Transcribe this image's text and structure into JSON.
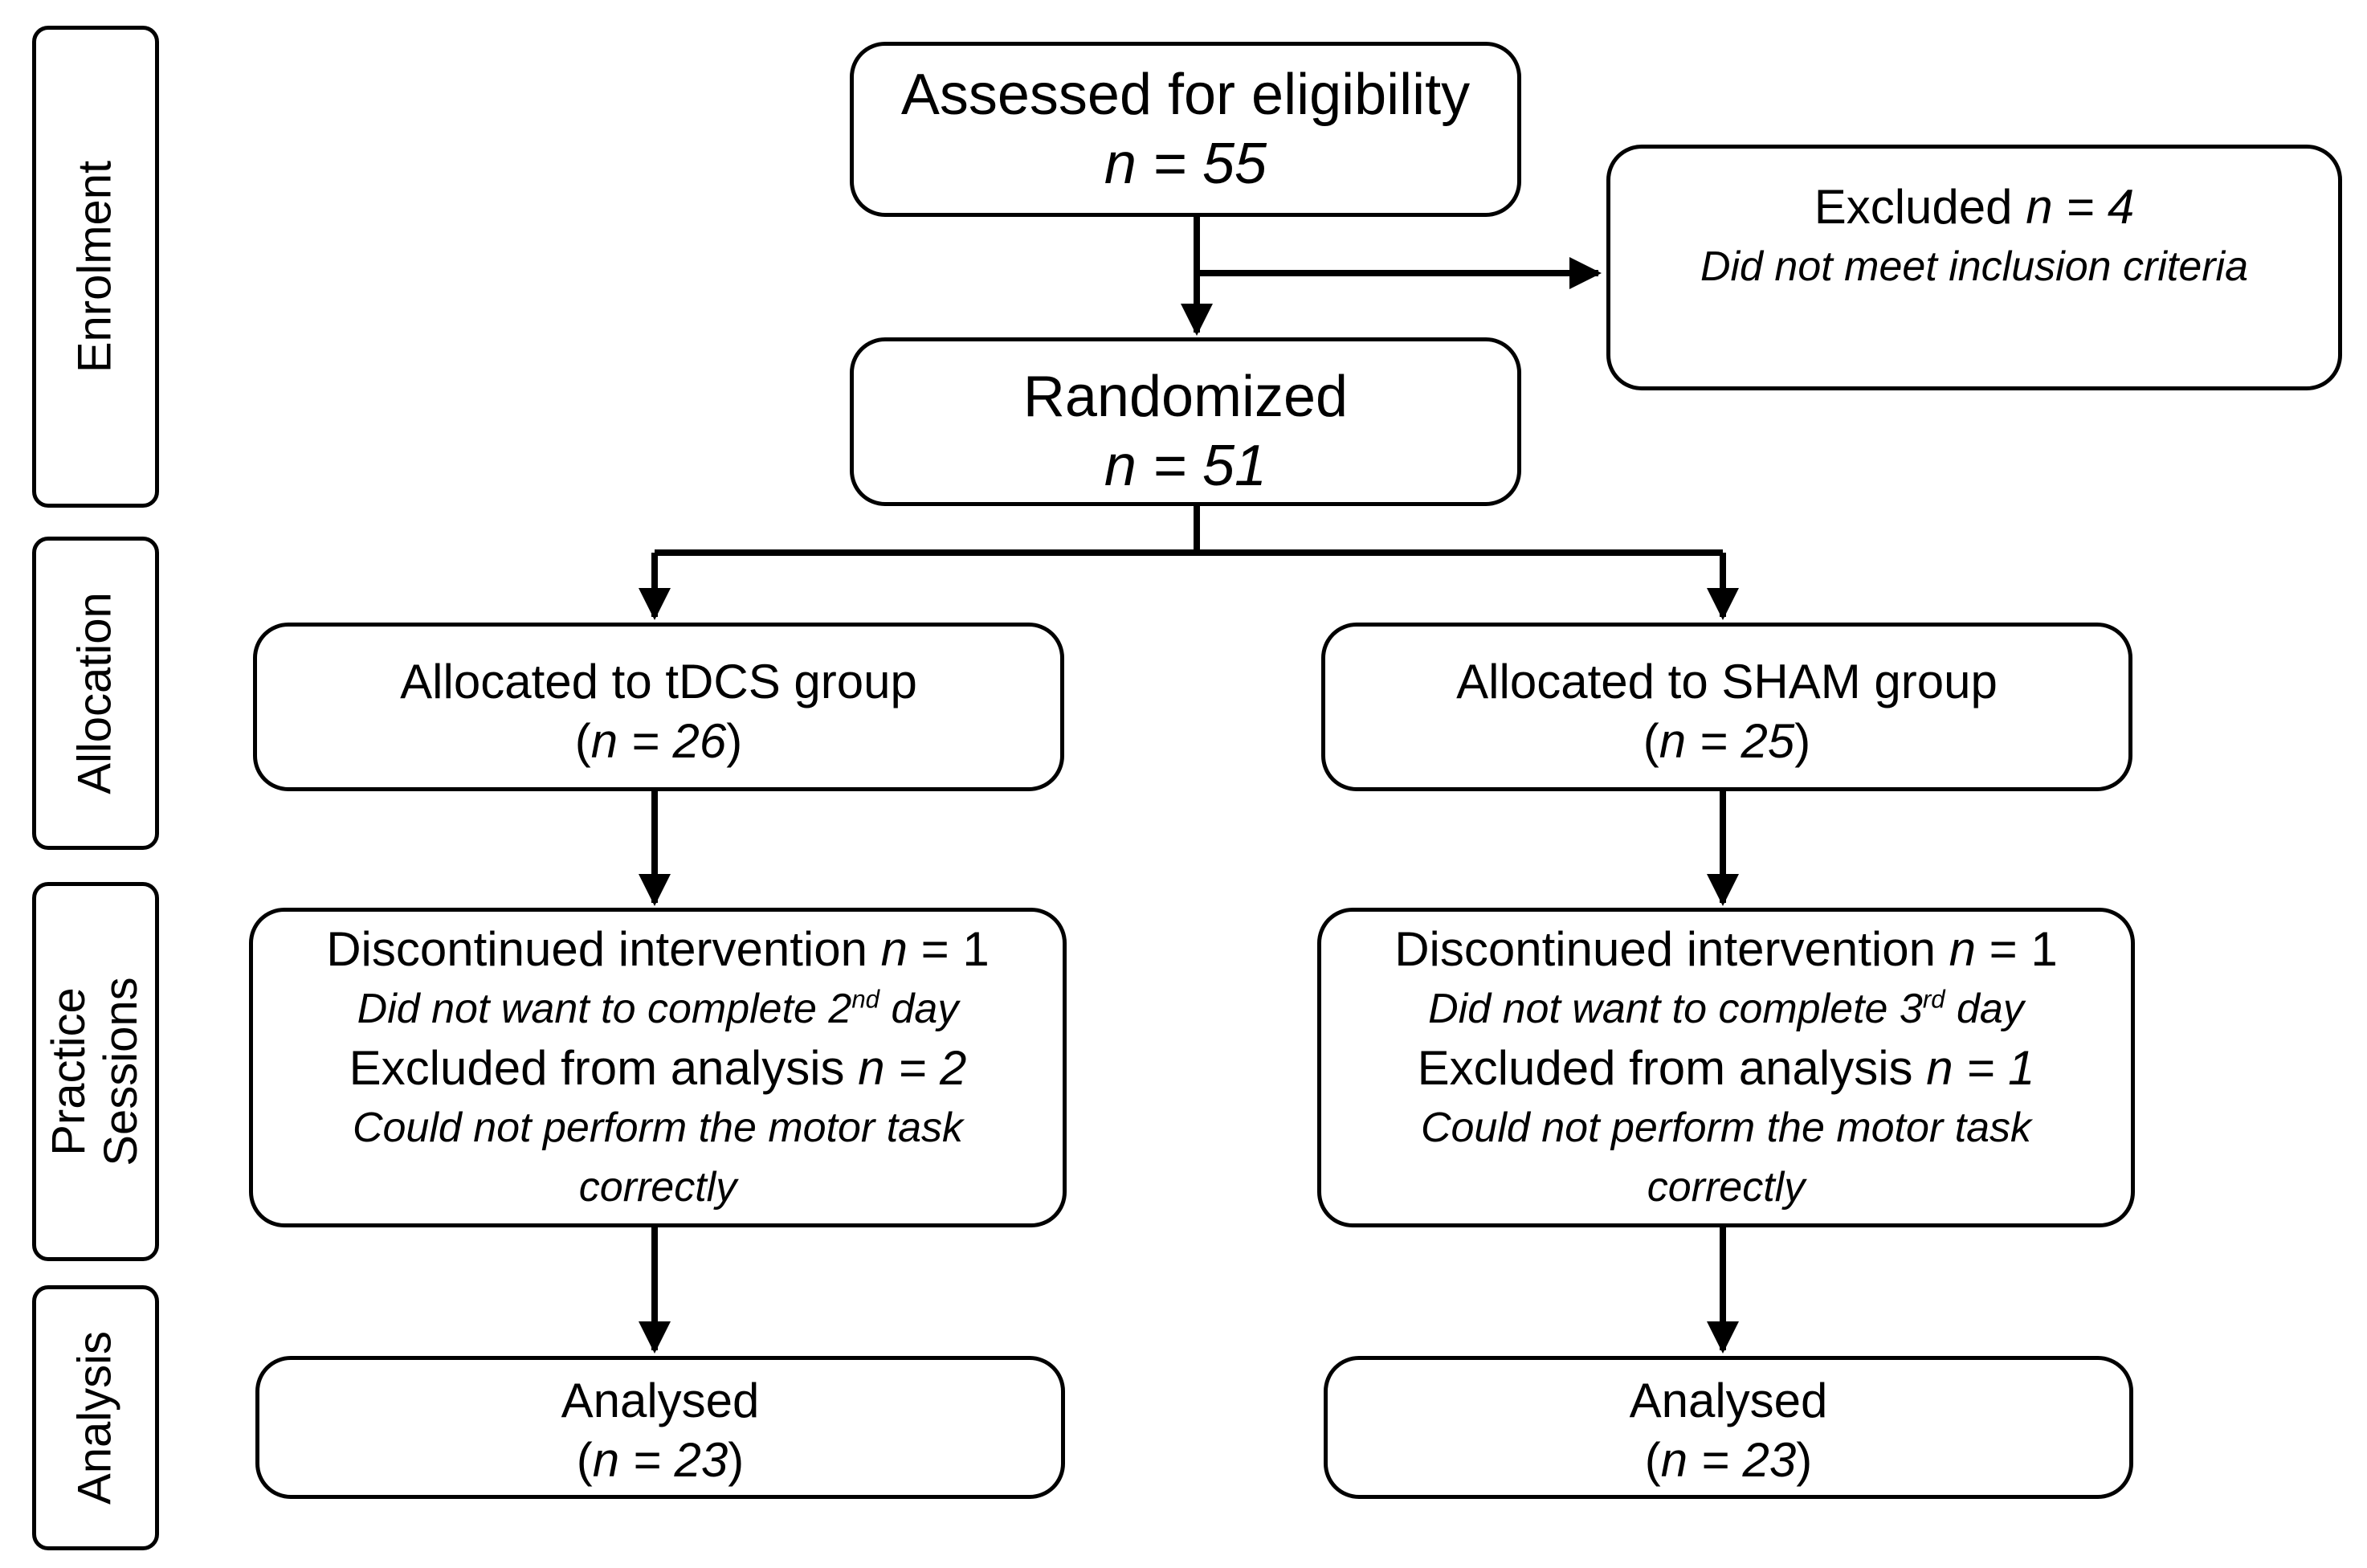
{
  "stages": {
    "enrolment": "Enrolment",
    "allocation": "Allocation",
    "practice_line1": "Practice",
    "practice_line2": "Sessions",
    "analysis": "Analysis"
  },
  "assessed": {
    "title": "Assessed for eligibility",
    "n": "n = 55"
  },
  "excluded": {
    "label": "Excluded ",
    "n": "n = 4",
    "reason": "Did not meet inclusion criteria"
  },
  "randomized": {
    "title": "Randomized",
    "n": "n = 51"
  },
  "tdcs": {
    "allocation_title": "Allocated to tDCS group",
    "allocation_n_open": "(",
    "allocation_n_var": "n",
    "allocation_n_rest": " = 26",
    "allocation_n_close": ")",
    "disc_label": "Discontinued intervention  ",
    "disc_n_var": "n",
    "disc_n_rest": " = 1",
    "disc_reason_pre": "Did not want  to complete 2",
    "disc_reason_sup": "nd",
    "disc_reason_post": " day",
    "excl_label": "Excluded from analysis ",
    "excl_n": "n = 2",
    "excl_reason_1": "Could not perform the motor task",
    "excl_reason_2": "correctly",
    "analysed_title": "Analysed",
    "analysed_n_open": "(",
    "analysed_n_var": "n",
    "analysed_n_rest": " = 23",
    "analysed_n_close": ")"
  },
  "sham": {
    "allocation_title": "Allocated to SHAM group",
    "allocation_n_open": "(",
    "allocation_n_var": "n",
    "allocation_n_rest": " = 25",
    "allocation_n_close": ")",
    "disc_label": "Discontinued intervention  ",
    "disc_n_var": "n",
    "disc_n_rest": " = 1",
    "disc_reason_pre": "Did not want  to complete 3",
    "disc_reason_sup": "rd",
    "disc_reason_post": " day",
    "excl_label": "Excluded from analysis ",
    "excl_n": "n = 1",
    "excl_reason_1": "Could not perform the motor task",
    "excl_reason_2": "correctly",
    "analysed_title": "Analysed",
    "analysed_n_open": "(",
    "analysed_n_var": "n",
    "analysed_n_rest": " = 23",
    "analysed_n_close": ")"
  }
}
